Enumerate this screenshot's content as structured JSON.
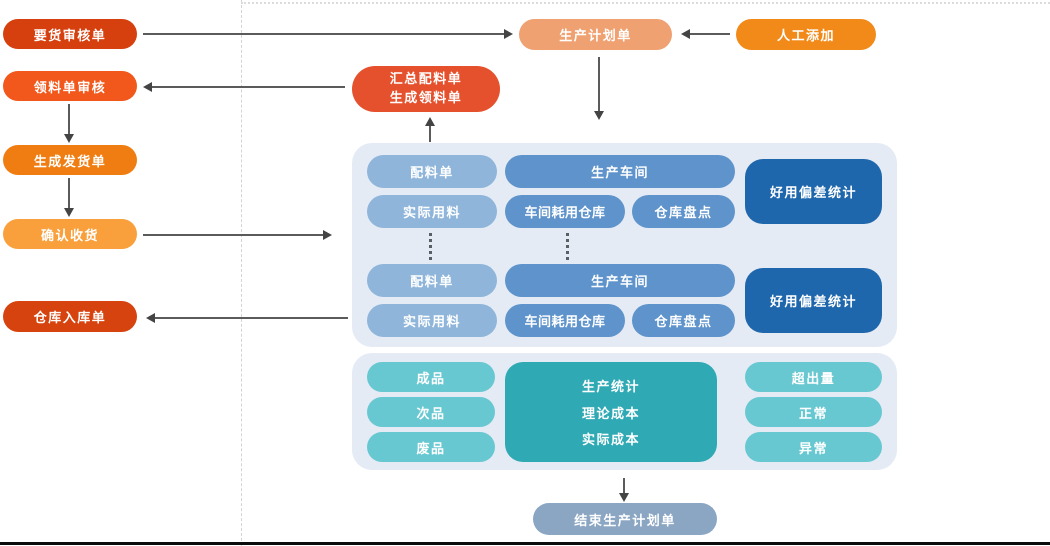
{
  "left_flow": {
    "goods_request_audit": "要货审核单",
    "material_request_audit": "领料单审核",
    "generate_delivery_order": "生成发货单",
    "confirm_receipt": "确认收货",
    "warehouse_inbound_order": "仓库入库单"
  },
  "top_flow": {
    "production_plan": "生产计划单",
    "manual_add": "人工添加",
    "summary_line1": "汇总配料单",
    "summary_line2": "生成领料单"
  },
  "production_panel": {
    "groups": [
      {
        "batching_list": "配料单",
        "workshop": "生产车间",
        "actual_usage": "实际用料",
        "workshop_consumption_warehouse": "车间耗用仓库",
        "stocktake": "仓库盘点",
        "variance_stats": "好用偏差统计"
      },
      {
        "batching_list": "配料单",
        "workshop": "生产车间",
        "actual_usage": "实际用料",
        "workshop_consumption_warehouse": "车间耗用仓库",
        "stocktake": "仓库盘点",
        "variance_stats": "好用偏差统计"
      }
    ]
  },
  "stats_panel": {
    "left": [
      "成品",
      "次品",
      "废品"
    ],
    "center": [
      "生产统计",
      "理论成本",
      "实际成本"
    ],
    "right": [
      "超出量",
      "正常",
      "异常"
    ]
  },
  "end_node": "结束生产计划单",
  "colors": {
    "goods_request_audit": "#D6400F",
    "material_request_audit": "#F2571B",
    "generate_delivery_order": "#F07D12",
    "confirm_receipt": "#F9A03C",
    "warehouse_inbound_order": "#D6430E",
    "production_plan": "#F0A171",
    "manual_add": "#F28A1A",
    "summary_node": "#E5512D",
    "panel_background": "#E5EBF5",
    "pill_blue_light": "#8FB5DA",
    "pill_blue_mid": "#5E93CB",
    "box_blue_dark": "#1F67AC",
    "pill_teal_light": "#68C8D1",
    "box_teal": "#2FA9B4",
    "end_node": "#8BA6C3",
    "arrow": "#5b5b5b",
    "guide_dash": "#d4d4d4",
    "bottom_bar": "#0b0b0b"
  }
}
